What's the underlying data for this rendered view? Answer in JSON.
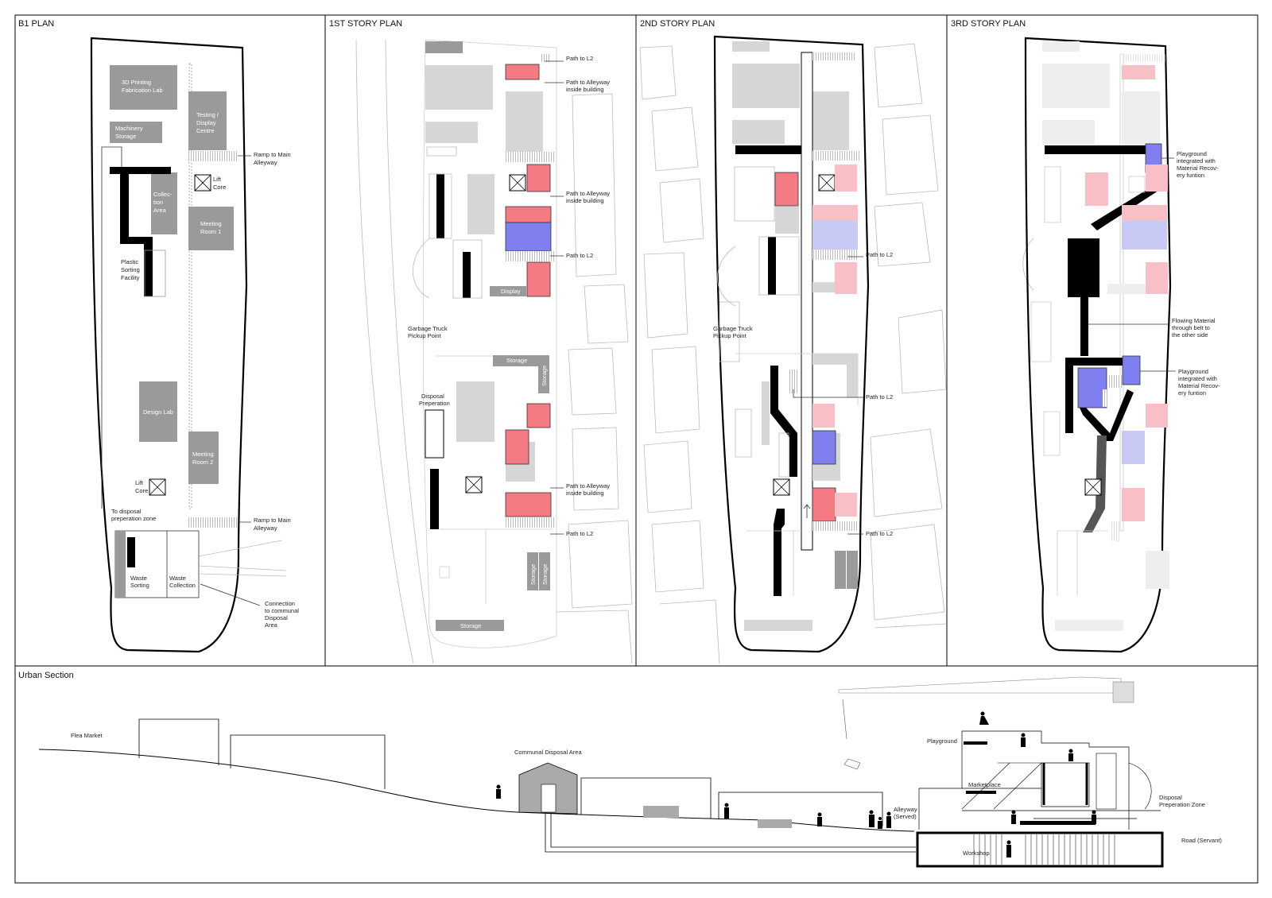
{
  "panels": {
    "b1": "B1 PLAN",
    "first": "1ST STORY PLAN",
    "second": "2ND STORY PLAN",
    "third": "3RD STORY PLAN",
    "section": "Urban Section"
  },
  "b1": {
    "fab_lab_1": "3D Printing",
    "fab_lab_2": "Fabrication Lab",
    "machinery_1": "Machinery",
    "machinery_2": "Storage",
    "testing_1": "Testing /",
    "testing_2": "Display",
    "testing_3": "Centre",
    "collection_1": "Collec-",
    "collection_2": "tion",
    "collection_3": "Area",
    "lift_core_1": "Lift",
    "lift_core_2": "Core",
    "meeting1_1": "Meeting",
    "meeting1_2": "Room 1",
    "sorting_1": "Plastic",
    "sorting_2": "Sorting",
    "sorting_3": "Facility",
    "design_lab": "Design Lab",
    "meeting2_1": "Meeting",
    "meeting2_2": "Room 2",
    "lift2_1": "Lift",
    "lift2_2": "Core",
    "ramp1_1": "Ramp to Main",
    "ramp1_2": "Alleyway",
    "ramp2_1": "Ramp to Main",
    "ramp2_2": "Alleyway",
    "disposal_1": "To disposal",
    "disposal_2": "preperation zone",
    "waste_sorting_1": "Waste",
    "waste_sorting_2": "Sorting",
    "waste_collection_1": "Waste",
    "waste_collection_2": "Collection",
    "connection_1": "Connection",
    "connection_2": "to communal",
    "connection_3": "Disposal",
    "connection_4": "Area"
  },
  "first": {
    "path_l2_a": "Path to L2",
    "alley_a_1": "Path to Alleyway",
    "alley_a_2": "inside building",
    "alley_b_1": "Path to Alleyway",
    "alley_b_2": "inside building",
    "path_l2_b": "Path to L2",
    "display": "Display",
    "garbage_1": "Garbage Truck",
    "garbage_2": "Pickup Point",
    "storage_a": "Storage",
    "storage_b": "Storage",
    "disposal_1": "Disposal",
    "disposal_2": "Preperation",
    "alley_c_1": "Path to Alleyway",
    "alley_c_2": "inside building",
    "path_l2_c": "Path to L2",
    "storage_c": "Storage",
    "storage_d": "Storage",
    "storage_e": "Storage"
  },
  "second": {
    "path_l2_a": "Path to L2",
    "garbage_1": "Garbage Truck",
    "garbage_2": "Pickup Point",
    "path_l2_b": "Path to L2",
    "path_l2_c": "Path to L2"
  },
  "third": {
    "pg1_1": "Playground",
    "pg1_2": "integrated with",
    "pg1_3": "Material Recov-",
    "pg1_4": "ery funtion",
    "flow_1": "Flowing Material",
    "flow_2": "through belt to",
    "flow_3": "the other side",
    "pg2_1": "Playground",
    "pg2_2": "integrated with",
    "pg2_3": "Material Recov-",
    "pg2_4": "ery funtion"
  },
  "section": {
    "flea": "Flea Market",
    "communal": "Communal Disposal Area",
    "playground": "Playground",
    "marketplace": "Marketplace",
    "alley_1": "Alleyway",
    "alley_2": "(Served)",
    "disposal_1": "Disposal",
    "disposal_2": "Preperation Zone",
    "road": "Road (Servant)",
    "workshop": "Workshop"
  },
  "colors": {
    "pink": "#f47a84",
    "pink_light": "#f8c0c6",
    "blue": "#7f7ff0",
    "blue_light": "#c9c9f5",
    "grey_dark": "#9a9a9a",
    "grey_light": "#d6d6d6"
  }
}
